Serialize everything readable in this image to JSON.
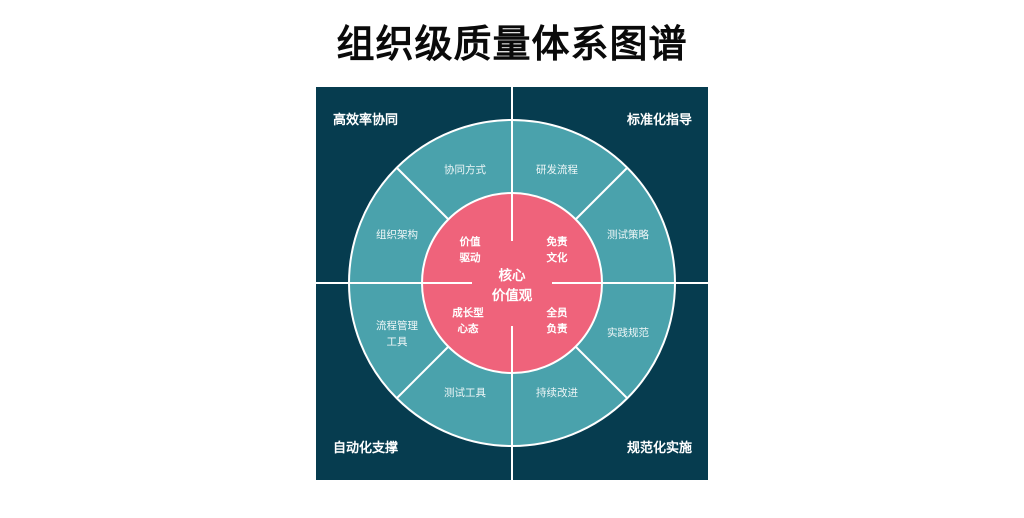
{
  "title": "组织级质量体系图谱",
  "colors": {
    "background": "#ffffff",
    "panel": "#063c4f",
    "ring": "#4aa2ac",
    "core": "#ef637b",
    "lines": "#ffffff",
    "title": "#0a0a0a"
  },
  "quadrants": {
    "top_left": "高效率协同",
    "top_right": "标准化指导",
    "bottom_left": "自动化支撑",
    "bottom_right": "规范化实施"
  },
  "ring_segments": {
    "top_left_upper": "协同方式",
    "top_left_lower": "组织架构",
    "top_right_upper": "研发流程",
    "top_right_lower": "测试策略",
    "bottom_left_upper_line1": "流程管理",
    "bottom_left_upper_line2": "工具",
    "bottom_left_lower": "测试工具",
    "bottom_right_upper": "实践规范",
    "bottom_right_lower": "持续改进"
  },
  "core_values": {
    "top_left": [
      "价值",
      "驱动"
    ],
    "top_right": [
      "免责",
      "文化"
    ],
    "bottom_left": [
      "成长型",
      "心态"
    ],
    "bottom_right": [
      "全员",
      "负责"
    ]
  },
  "center": {
    "line1": "核心",
    "line2": "价值观"
  }
}
